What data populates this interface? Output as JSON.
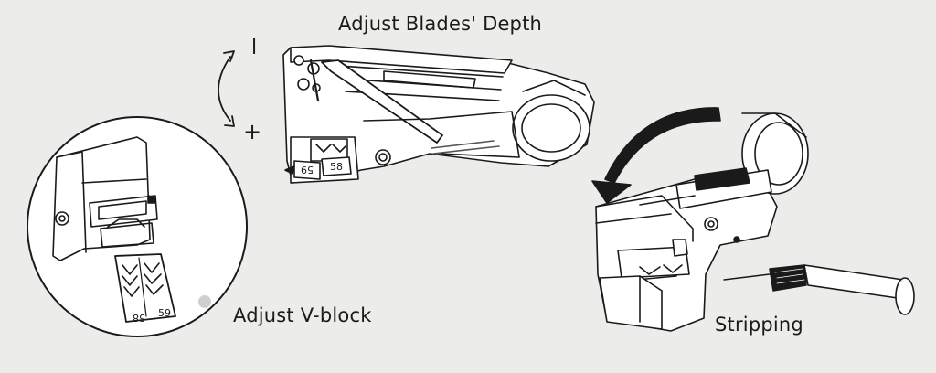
{
  "labels": {
    "adjust_blades_depth": "Adjust Blades' Depth",
    "adjust_v_block": "Adjust V-block",
    "stripping": "Stripping"
  },
  "symbols": {
    "minus": "l",
    "plus": "+"
  },
  "blade_markings": {
    "top_left": "59",
    "top_right": "58",
    "detail_left": "58",
    "detail_right": "59"
  },
  "colors": {
    "background": "#ececea",
    "ink": "#1a1a1a",
    "fill": "#ffffff",
    "shade": "#555555"
  }
}
